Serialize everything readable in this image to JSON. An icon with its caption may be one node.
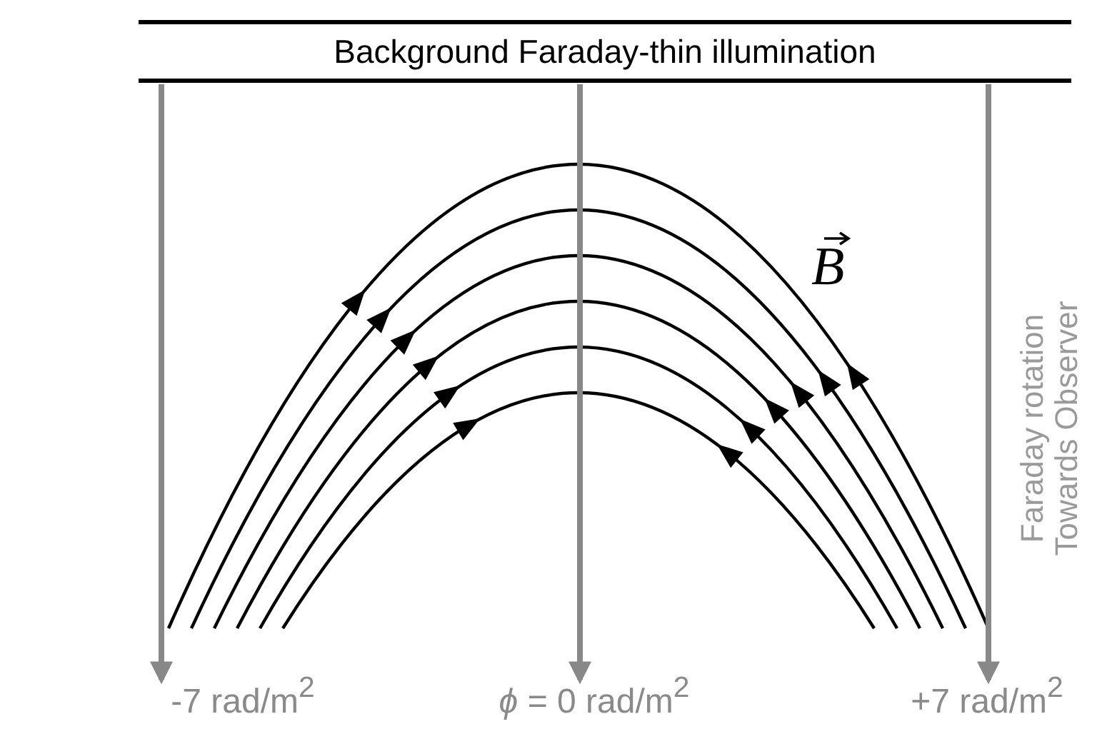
{
  "diagram": {
    "nodes": [
      {
        "text": [
          "Background Faraday-thin illumination"
        ]
      },
      {
        "text": [
          "-7 rad/m$^{2}$"
        ]
      },
      {
        "text": [
          "*ϕ* = 0 rad/m$^{2}$"
        ]
      },
      {
        "text": [
          "+7 rad/m$^{2}$"
        ]
      }
    ],
    "edges": [
      {
        "from": 0,
        "to": 1,
        "arrow": "to"
      },
      {
        "from": 0,
        "to": 2,
        "arrow": "to"
      },
      {
        "from": 0,
        "to": 3,
        "arrow": "to"
      }
    ],
    "labels": [
      "B⃗",
      "Faraday rotation Towards Observer"
    ]
  }
}
